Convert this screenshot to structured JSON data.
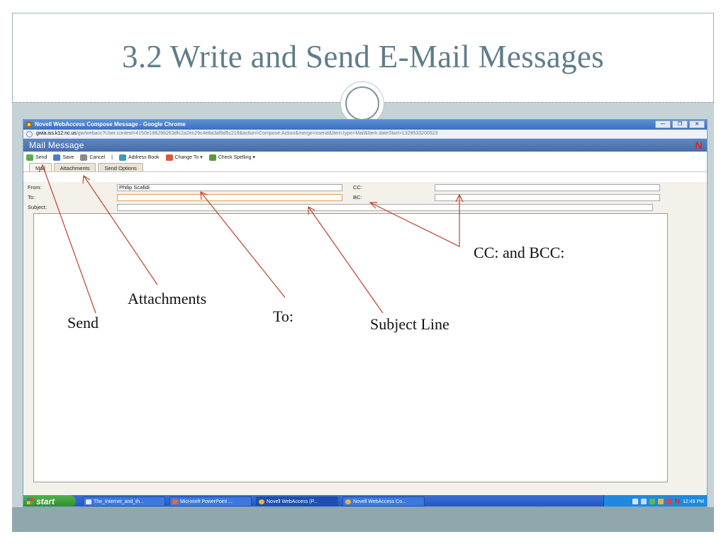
{
  "slide": {
    "title": "3.2 Write and Send E-Mail Messages"
  },
  "window": {
    "title": "Novell WebAccess Compose Message - Google Chrome",
    "address_host": "gwia.iss.k12.nc.us",
    "address_path": "/gw/webacc?User.context=4150e18629b263dfc2a2ec29c4e8a3af9d5c219&action=Compose.Action&merge=xsend&Item.type=Mail&Item.dateStart=1328533200523",
    "app_header": "Mail Message",
    "app_logo": "N"
  },
  "toolbar": {
    "send": "Send",
    "save": "Save",
    "cancel": "Cancel",
    "separator": "|",
    "address_book": "Address Book",
    "change_to": "Change To ▾",
    "check_spelling": "Check Spelling ▾"
  },
  "tabs": [
    "Mail",
    "Attachments",
    "Send Options"
  ],
  "form": {
    "from_label": "From:",
    "from_value": "Philip Scafidi",
    "to_label": "To:",
    "to_value": "",
    "subject_label": "Subject:",
    "subject_value": "",
    "cc_label": "CC:",
    "cc_value": "",
    "bc_label": "BC:",
    "bc_value": ""
  },
  "taskbar": {
    "start": "start",
    "tasks": [
      "The_Internet_and_th...",
      "Microsoft PowerPoint ...",
      "Novell WebAccess (P...",
      "Novell WebAccess Co..."
    ],
    "clock": "12:49 PM"
  },
  "callouts": {
    "send": "Send",
    "attachments": "Attachments",
    "to": "To:",
    "subject_line": "Subject Line",
    "cc_bcc": "CC: and BCC:"
  }
}
